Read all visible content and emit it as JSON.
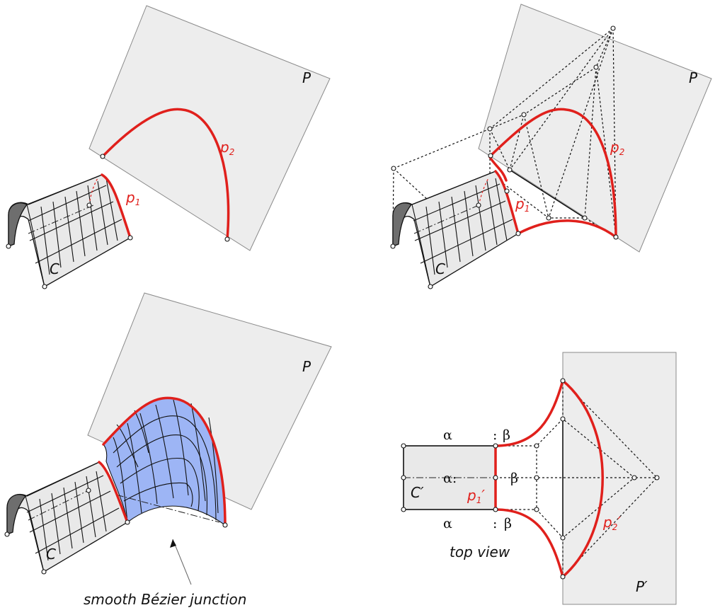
{
  "panels": {
    "top_left": {
      "plane": "P",
      "curve_p2": "p",
      "curve_p2_sub": "2",
      "curve_p1": "p",
      "curve_p1_sub": "1",
      "cylinder": "C"
    },
    "top_right": {
      "plane": "P",
      "curve_p2": "p",
      "curve_p2_sub": "2",
      "curve_p1": "p",
      "curve_p1_sub": "1",
      "cylinder": "C"
    },
    "bottom_left": {
      "plane": "P",
      "cylinder": "C",
      "caption": "smooth Bézier junction"
    },
    "bottom_right": {
      "plane": "P′",
      "cylinder": "C′",
      "curve_p1": "p",
      "curve_p1_sub": "1",
      "curve_p1_prime": "′",
      "curve_p2": "p",
      "curve_p2_sub": "2",
      "curve_p2_prime": "′",
      "alpha_top": "α",
      "alpha_mid": "α:",
      "alpha_bottom": "α",
      "beta_top": "β",
      "beta_mid": "β",
      "beta_bottom": "β",
      "colon_top": ":",
      "colon_bottom": ":",
      "caption": "top view"
    }
  },
  "colors": {
    "curve": "#e0201c",
    "plane": "#ededed",
    "patch": "#9db5f5",
    "cylinder": "#e9e9e9"
  }
}
